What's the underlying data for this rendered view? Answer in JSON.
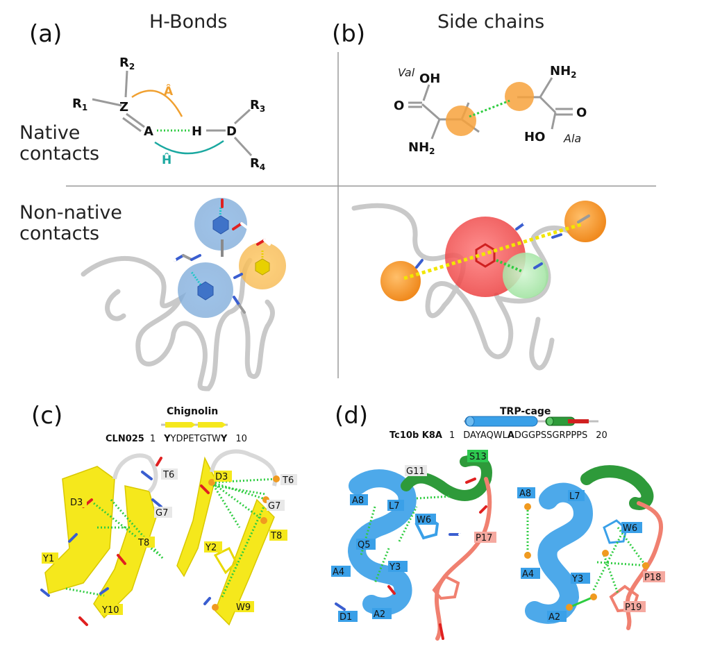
{
  "panels": {
    "a": {
      "letter": "(a)",
      "title": "H-Bonds"
    },
    "b": {
      "letter": "(b)",
      "title": "Side chains"
    },
    "c": {
      "letter": "(c)"
    },
    "d": {
      "letter": "(d)"
    }
  },
  "rows": {
    "native": [
      "Native",
      "contacts"
    ],
    "non_native": [
      "Non-native",
      "contacts"
    ]
  },
  "hbond": {
    "r1": "R",
    "r1_sub": "1",
    "r2": "R",
    "r2_sub": "2",
    "r3": "R",
    "r3_sub": "3",
    "r4": "R",
    "r4_sub": "4",
    "z": "Z",
    "a": "A",
    "h": "H",
    "d": "D",
    "a_hat": "Â",
    "h_hat": "Ĥ"
  },
  "sidechain": {
    "val": "Val",
    "ala": "Ala",
    "oh": "OH",
    "o": "O",
    "nh2": "NH",
    "nh2_sub": "2",
    "ho": "HO"
  },
  "chignolin": {
    "title": "Chignolin",
    "name": "CLN025",
    "start": "1",
    "seq_bold_first": "Y",
    "seq_middle": "YDPETGTW",
    "seq_bold_last": "Y",
    "end": "10",
    "left_labels": [
      "T6",
      "D3",
      "G7",
      "T8",
      "Y1",
      "Y10"
    ],
    "right_labels": [
      "D3",
      "T6",
      "G7",
      "T8",
      "Y2",
      "W9"
    ]
  },
  "trpcage": {
    "title": "TRP-cage",
    "name": "Tc10b K8A",
    "start": "1",
    "seq_part1": "DAYAQWL",
    "seq_bold": "A",
    "seq_part2": "DGGPSSGRPPPS",
    "end": "20",
    "left_labels": [
      "S13",
      "G11",
      "A8",
      "L7",
      "W6",
      "P17",
      "Q5",
      "Y3",
      "A4",
      "D1",
      "A2"
    ],
    "right_labels": [
      "A8",
      "L7",
      "W6",
      "P18",
      "A4",
      "Y3",
      "P19",
      "A2"
    ]
  },
  "colors": {
    "hbond_acceptor": "#f0a030",
    "hbond_donor": "#1aa8a0",
    "contact_line": "#2ecc40",
    "yellow_line": "#f2e600",
    "sidechain_orange": "#f7a23c",
    "chignolin": "#f5e81c",
    "trp_helix": "#3aa0e8",
    "trp_310": "#2e9a3a",
    "trp_ppii": "#f08070",
    "big_red": "#f05050",
    "small_green": "#a8e8a8",
    "blue_sphere": "#8fb7e0",
    "orange_sphere": "#f7c060"
  }
}
